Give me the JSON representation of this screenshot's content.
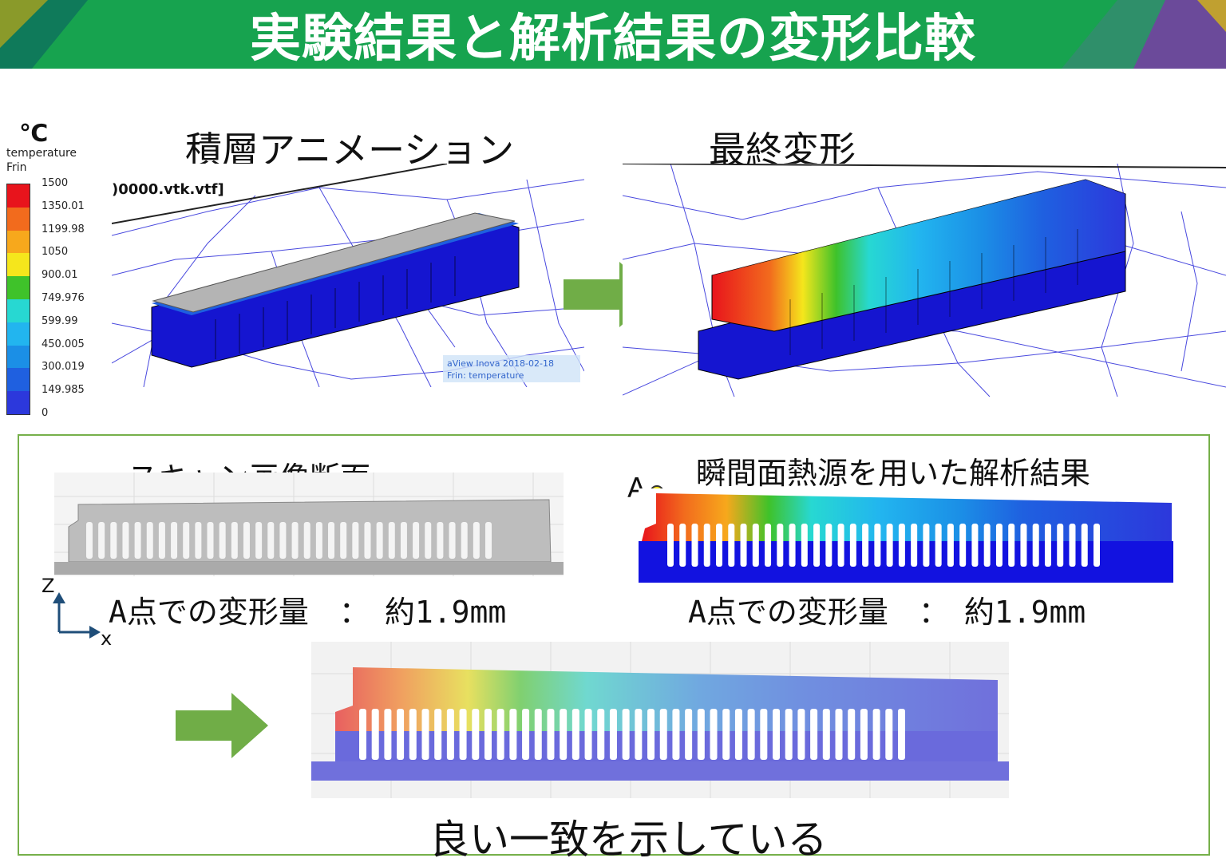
{
  "header": {
    "title": "実験結果と解析結果の変形比較"
  },
  "top": {
    "animation_label": "積層アニメーション",
    "final_label": "最終変形",
    "file_label": ")0000.vtk.vtf]",
    "watermark_line1": "aView Inova  2018-02-18",
    "watermark_line2": "Frin: temperature"
  },
  "legend": {
    "unit": "℃",
    "quantity": "temperature",
    "field": "Frin",
    "values": [
      "1500",
      "1350.01",
      "1199.98",
      "1050",
      "900.01",
      "749.976",
      "599.99",
      "450.005",
      "300.019",
      "149.985",
      "0"
    ],
    "colors": [
      "#e8141c",
      "#f26b1d",
      "#f7a81c",
      "#f5e61c",
      "#3fc22a",
      "#27d8d2",
      "#22b5ef",
      "#1b8fe6",
      "#1f60e0",
      "#2c38dc"
    ]
  },
  "bottom": {
    "scan_label": "スキャン画像断面",
    "analysis_label": "瞬間面熱源を用いた解析結果",
    "point_a": "A",
    "deform_left": "A点での変形量　：　約1.9mm",
    "deform_right": "A点での変形量　：　約1.9mm",
    "axis_z": "Z",
    "axis_x": "x",
    "conclusion": "良い一致を示している"
  },
  "colors": {
    "header_green": "#17a34f",
    "arrow_green": "#70ad47",
    "box_border": "#76b04a",
    "mesh_blue": "#1b1bd6"
  }
}
